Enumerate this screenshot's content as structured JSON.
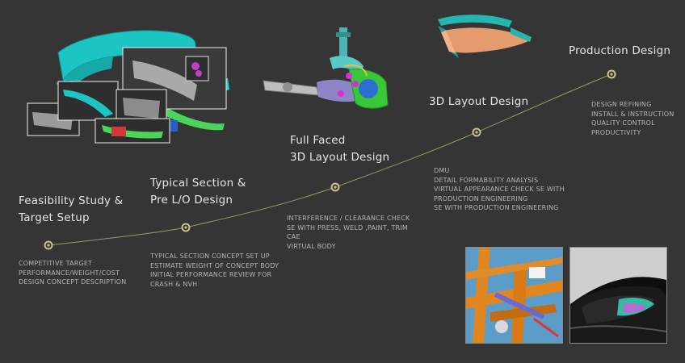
{
  "accent_color": "#b5b27e",
  "steps": [
    {
      "title_lines": [
        "Feasibility Study &",
        "Target Setup"
      ],
      "desc_lines": [
        "COMPETITIVE TARGET",
        "PERFORMANCE/WEIGHT/COST",
        "DESIGN CONCEPT DESCRIPTION"
      ]
    },
    {
      "title_lines": [
        "Typical Section &",
        "Pre L/O Design"
      ],
      "desc_lines": [
        "TYPICAL SECTION CONCEPT  SET UP",
        "ESTIMATE WEIGHT OF CONCEPT BODY",
        "INITIAL PERFORMANCE REVIEW FOR",
        "CRASH & NVH"
      ]
    },
    {
      "title_lines": [
        "Full Faced",
        "3D Layout Design"
      ],
      "desc_lines": [
        "INTERFERENCE / CLEARANCE CHECK",
        "SE WITH PRESS, WELD ,PAINT, TRIM",
        "CAE",
        "VIRTUAL BODY"
      ]
    },
    {
      "title_lines": [
        "3D Layout Design"
      ],
      "desc_lines": [
        "DMU",
        "DETAIL FORMABILITY ANALYSIS",
        "VIRTUAL APPEARANCE CHECK SE WITH",
        "PRODUCTION ENGINEERING",
        "SE WITH PRODUCTION ENGINEERING"
      ]
    },
    {
      "title_lines": [
        "Production Design"
      ],
      "desc_lines": [
        "DESIGN REFINING",
        "INSTALL &  INSTRUCTION",
        "QUALITY CONTROL",
        "PRODUCTIVITY"
      ]
    }
  ],
  "illustrations": [
    "bumper-cad-collage",
    "suspension-cad-model",
    "panel-cad-model",
    "chassis-frame-photo",
    "car-headlight-render"
  ]
}
